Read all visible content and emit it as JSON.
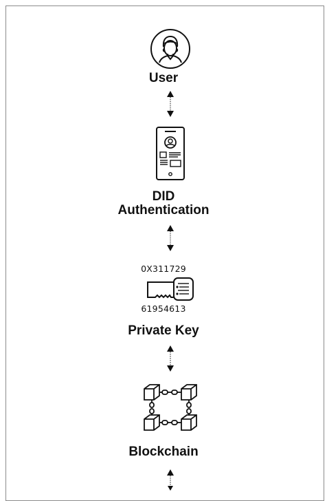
{
  "diagram": {
    "nodes": [
      {
        "id": "user",
        "label": "User",
        "icon": "user-avatar-icon"
      },
      {
        "id": "did",
        "label_line1": "DID",
        "label_line2": "Authentication",
        "icon": "id-card-phone-icon"
      },
      {
        "id": "key",
        "label": "Private Key",
        "icon": "key-icon",
        "code_top": "0X311729",
        "code_bottom": "61954613"
      },
      {
        "id": "chain",
        "label": "Blockchain",
        "icon": "blockchain-cubes-icon"
      }
    ],
    "connector": "bidirectional-dotted-arrow"
  }
}
